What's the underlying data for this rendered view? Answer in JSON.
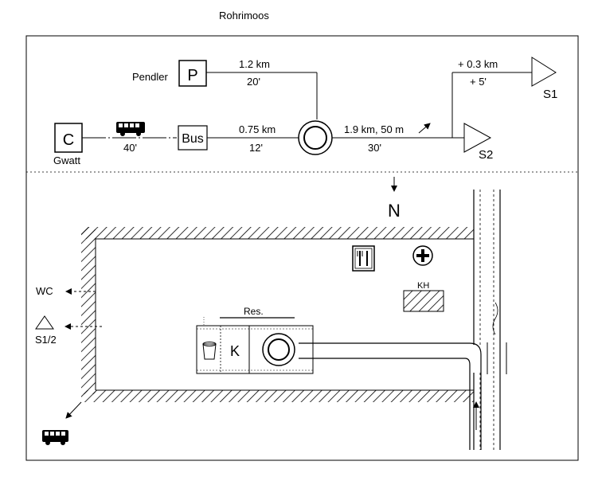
{
  "title": "Rohrimoos",
  "route": {
    "parking": {
      "letter": "P",
      "label": "Pendler",
      "distance": "1.2 km",
      "time": "20'"
    },
    "camp": {
      "letter": "C",
      "label": "Gwatt"
    },
    "bus_segment": {
      "time": "40'"
    },
    "bus_stop": {
      "label": "Bus",
      "distance": "0.75 km",
      "time": "12'"
    },
    "to_s2": {
      "distance": "1.9 km, 50 m",
      "time": "30'"
    },
    "to_s1": {
      "distance": "+ 0.3 km",
      "time": "+ 5'"
    },
    "s1_label": "S1",
    "s2_label": "S2"
  },
  "map": {
    "north": "N",
    "wc": "WC",
    "s12": "S1/2",
    "res": "Res.",
    "kitchen": "K",
    "kh": "KH"
  },
  "icons": [
    "restaurant-icon",
    "first-aid-icon",
    "bus-icon",
    "roundabout-icon",
    "north-arrow-icon",
    "trash-icon"
  ]
}
